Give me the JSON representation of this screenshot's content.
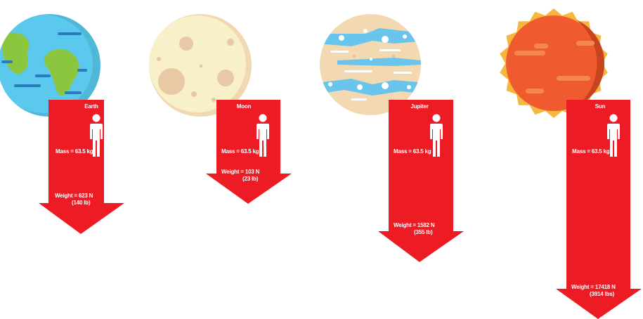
{
  "colors": {
    "arrow": "#ed1c24",
    "earth_ocean": "#5bc8ee",
    "earth_land": "#8cc63f",
    "moon": "#f7f0c8",
    "moon_crater": "#e9c8a5",
    "jupiter_base": "#f3d9b1",
    "jupiter_band": "#6ac5ed",
    "sun_corona": "#f7b73f",
    "sun_body": "#ef5a2f"
  },
  "panels": [
    {
      "name": "Earth",
      "mass": "Mass = 63.5 kg",
      "weight": "Weight = 623 N",
      "weight_alt": "(140 lb)",
      "icon": "person-icon"
    },
    {
      "name": "Moon",
      "mass": "Mass = 63.5 kg",
      "weight": "Weight = 103 N",
      "weight_alt": "(23 lb)",
      "icon": "person-icon"
    },
    {
      "name": "Jupiter",
      "mass": "Mass = 63.5 kg",
      "weight": "Weight = 1582 N",
      "weight_alt": "(355 lb)",
      "icon": "person-icon"
    },
    {
      "name": "Sun",
      "mass": "Mass = 63.5 kg",
      "weight": "Weight = 17418 N",
      "weight_alt": "(3914 lbs)",
      "icon": "person-icon"
    }
  ]
}
